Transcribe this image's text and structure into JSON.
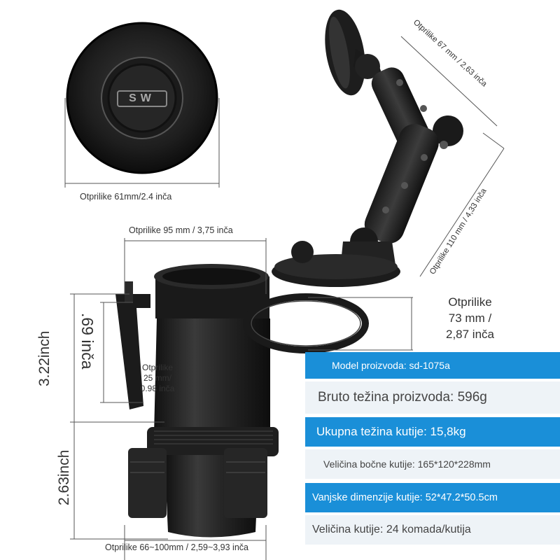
{
  "dimensions": {
    "magnet_diameter": "Otprilike 61mm/2.4 inča",
    "magnet_thickness": "Otprilike 67 mm / 2,63 inča",
    "arm_length": "Otprilike 110 mm / 4,33 inča",
    "cup_width": "Otprilike 95 mm  / 3,75 inča",
    "ring_line1": "Otprilike",
    "ring_line2": "73 mm /",
    "ring_line3": "2,87 inča",
    "cup_height": "3.22inch",
    "slot_height": ".69 inča",
    "slot_width_line1": "Otprilike",
    "slot_width_line2": "25 mm/",
    "slot_width_line3": "0.98 inča",
    "base_height": "2.63inch",
    "base_width": "Otprilike 66~100mm  / 2,59~3,93 inča"
  },
  "logo": "SW",
  "specs": [
    {
      "text": "Model proizvoda: sd-1075a",
      "style": "blue"
    },
    {
      "text": "Bruto težina proizvoda: 596g",
      "style": "light"
    },
    {
      "text": "Ukupna težina kutije: 15,8kg",
      "style": "blue"
    },
    {
      "text": "Veličina bočne kutije: 165*120*228mm",
      "style": "light"
    },
    {
      "text": "Vanjske dimenzije kutije: 52*47.2*50.5cm",
      "style": "blue"
    },
    {
      "text": "Veličina kutije: 24 komada/kutija",
      "style": "light"
    }
  ],
  "colors": {
    "accent": "#1a8fd8",
    "light": "#eef3f7",
    "product": "#1c1c1c"
  }
}
